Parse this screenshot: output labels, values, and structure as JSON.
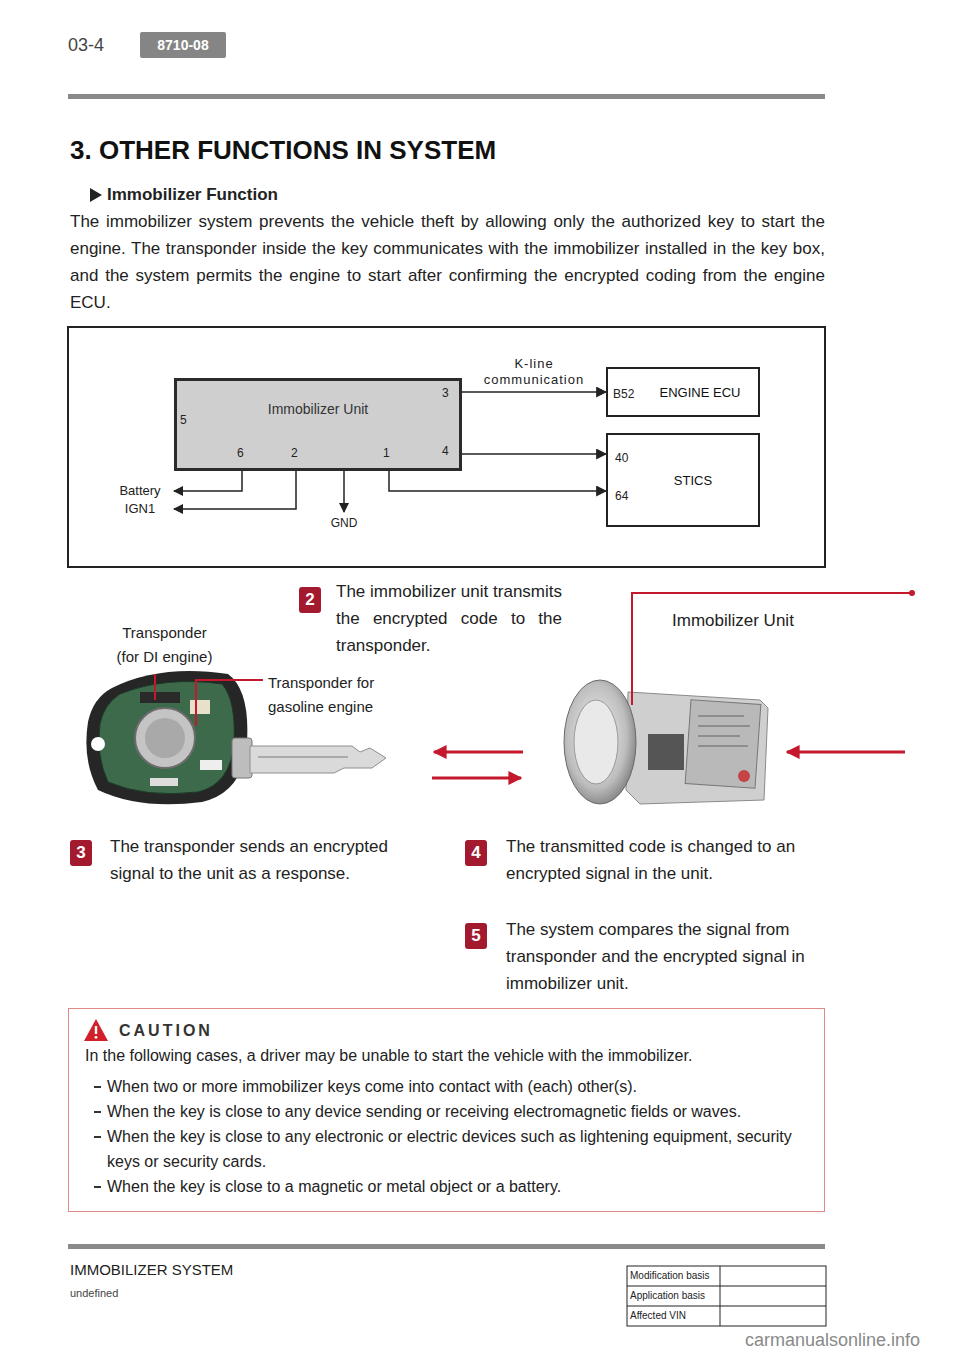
{
  "diagram": {
    "title": "3. OTHER FUNCTIONS IN SYSTEM",
    "nodes": [
      {
        "text": [
          "8710-08"
        ]
      },
      {
        "text": [
          "Immobilizer Unit"
        ]
      },
      {
        "text": [
          "ENGINE ECU"
        ]
      },
      {
        "text": [
          "STICS"
        ]
      },
      {
        "text": [
          "CAUTION",
          "In the following cases, a driver may be unable to start the vehicle with the immobilizer.",
          "When two or more immobilizer keys come into contact with (each) other(s).",
          "When the key is close to any device sending or receiving electromagnetic fields or waves.",
          "When the key is close to any electronic or electric devices such as lightening equipment, security keys or security cards.",
          "When the key is close to a magnetic or metal object or a battery."
        ]
      }
    ],
    "edges": [
      {
        "from": 1,
        "to": 2,
        "label": "K-line communication",
        "arrow": "to"
      },
      {
        "from": 1,
        "to": 3,
        "arrow": "to"
      },
      {
        "from": 1,
        "to": 3,
        "arrow": "to"
      }
    ],
    "labels": [
      "03-4",
      "Immobilizer Function",
      "The immobilizer system prevents the vehicle theft by allowing only the authorized key to start the engine. The transponder inside the key communicates with the immobilizer installed in the key box, and the system permits the engine to start after confirming the encrypted coding from the engine ECU.",
      "5",
      "3",
      "4",
      "6",
      "2",
      "1",
      "B52",
      "40",
      "64",
      "Battery",
      "IGN1",
      "GND",
      "2",
      "The immobilizer unit transmits the encrypted code to the transponder.",
      "Immobilizer Unit",
      "Transponder (for DI engine)",
      "Transponder for gasoline engine",
      "3",
      "The transponder sends an encrypted signal to the unit as a response.",
      "4",
      "The transmitted code is changed to an encrypted signal in the unit.",
      "5",
      "The system compares the signal from transponder and the encrypted signal in immobilizer unit.",
      "IMMOBILIZER SYSTEM",
      "undefined",
      "Modification basis",
      "Application basis",
      "Affected VIN",
      "carmanualsonline.info"
    ]
  }
}
